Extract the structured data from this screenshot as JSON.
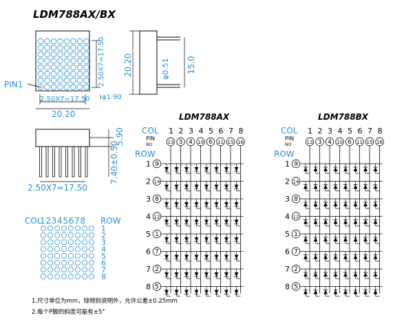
{
  "title": "LDM788AX/BX",
  "top_view": {
    "dim_height": "2.50X7=17.50",
    "dim_width": "2.50X7=17.50",
    "dim_pitch_diam": "φ1.90",
    "dim_overall_width": "20.20",
    "pin_label": "PIN1"
  },
  "side_view": {
    "dim_height": "20.20",
    "dim_pin_diam": "φ0.51",
    "dim_pin_len": "15.0"
  },
  "front_view": {
    "dim_body": "5.90",
    "dim_pin": "7.40±0.50",
    "dim_pitch": "2.50X7=17.50"
  },
  "pin_map": {
    "col_label": "COL",
    "row_label": "ROW",
    "col_numbers": "12345678",
    "row_numbers": [
      "1",
      "2",
      "3",
      "4",
      "5",
      "6",
      "7",
      "8"
    ]
  },
  "schematics": [
    {
      "title": "LDM788AX",
      "col_label": "COL",
      "pin_label": "PIN",
      "no_label": "NO",
      "row_label": "ROW",
      "cols": [
        "1",
        "2",
        "3",
        "4",
        "5",
        "6",
        "7",
        "8"
      ],
      "col_pins": [
        "13",
        "3",
        "4",
        "10",
        "6",
        "11",
        "15",
        "16"
      ],
      "rows": [
        "1",
        "2",
        "3",
        "4",
        "5",
        "6",
        "7",
        "8"
      ],
      "row_pins": [
        "9",
        "14",
        "8",
        "12",
        "1",
        "7",
        "2",
        "5"
      ]
    },
    {
      "title": "LDM788BX",
      "col_label": "COL",
      "pin_label": "PIN",
      "no_label": "NO",
      "row_label": "ROW",
      "cols": [
        "1",
        "2",
        "3",
        "4",
        "5",
        "6",
        "7",
        "8"
      ],
      "col_pins": [
        "13",
        "3",
        "4",
        "10",
        "6",
        "11",
        "15",
        "16"
      ],
      "rows": [
        "1",
        "2",
        "3",
        "4",
        "5",
        "6",
        "7",
        "8"
      ],
      "row_pins": [
        "9",
        "14",
        "8",
        "12",
        "1",
        "7",
        "2",
        "5"
      ]
    }
  ],
  "notes": [
    "1.尺寸单位为mm，除特别说明外，允许公差±0.25mm",
    "2.每个P脚的斜度可能有±5°"
  ]
}
